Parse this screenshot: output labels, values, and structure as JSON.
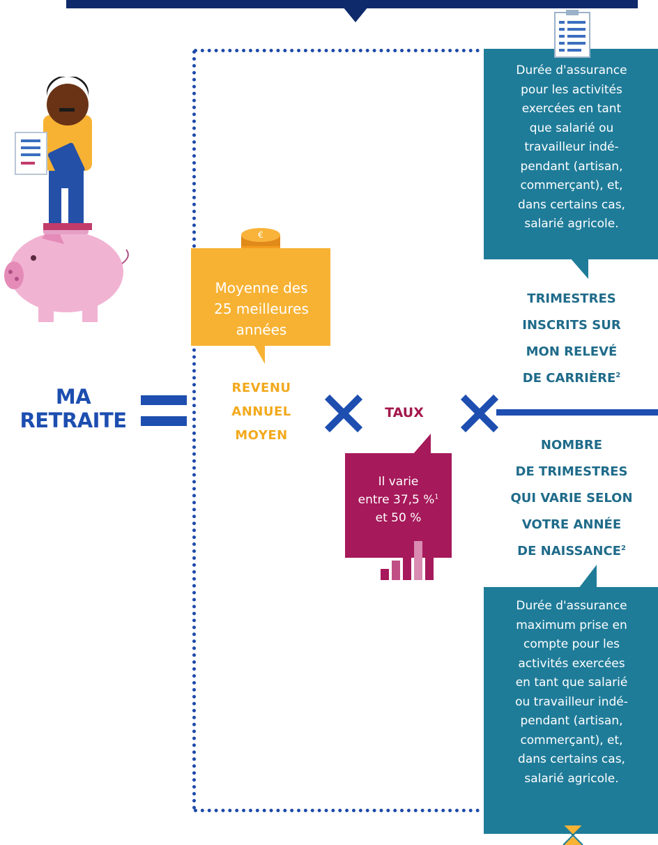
{
  "formula": {
    "result_label": [
      "MA",
      "RETRAITE"
    ],
    "revenu_label": [
      "REVENU",
      "ANNUEL",
      "MOYEN"
    ],
    "revenu_bubble": [
      "Moyenne des",
      "25 meilleures",
      "années"
    ],
    "taux_label": "TAUX",
    "taux_bubble": [
      "Il varie",
      "entre 37,5 %",
      "et 50 %"
    ],
    "taux_bubble_footnote": "1",
    "numerator_label": [
      "TRIMESTRES",
      "INSCRITS SUR",
      "MON RELEVÉ",
      "DE CARRIÈRE"
    ],
    "numerator_footnote": "2",
    "numerator_bubble": [
      "Durée d'assurance",
      "pour les activités",
      "exercées en tant",
      "que salarié ou",
      "travailleur indé-",
      "pendant (artisan,",
      "commerçant), et,",
      "dans certains cas,",
      "salarié agricole."
    ],
    "denominator_label": [
      "NOMBRE",
      "DE TRIMESTRES",
      "QUI VARIE SELON",
      "VOTRE ANNÉE",
      "DE NAISSANCE"
    ],
    "denominator_footnote": "2",
    "denominator_bubble": [
      "Durée d'assurance",
      "maximum prise en",
      "compte pour les",
      "activités exercées",
      "en tant que salarié",
      "ou travailleur indé-",
      "pendant (artisan,",
      "commerçant), et,",
      "dans certains cas,",
      "salarié agricole."
    ]
  },
  "colors": {
    "blue": "#1d4eb0",
    "orange": "#f7b233",
    "magenta": "#a6195a",
    "teal": "#1f7c99",
    "navy": "#0f2a6b"
  },
  "icons": [
    "man-holding-documents-icon",
    "piggy-bank-icon",
    "coin-stack-icon",
    "bar-chart-icon",
    "checklist-clipboard-icon",
    "hourglass-icon"
  ]
}
